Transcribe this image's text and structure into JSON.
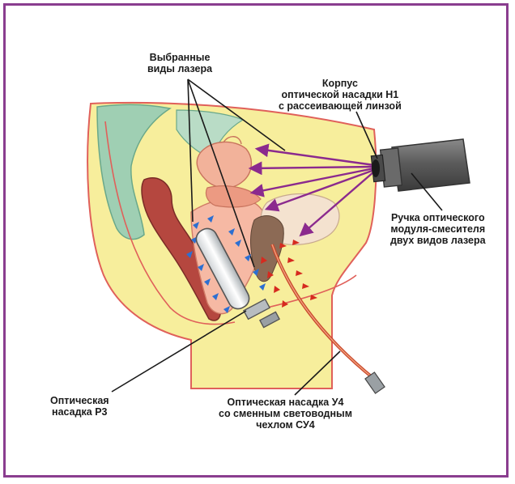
{
  "labels": {
    "lasers_line1": "Выбранные",
    "lasers_line2": "виды лазера",
    "housing_line1": "Корпус",
    "housing_line2": "оптической насадки  Н1",
    "housing_line3": "с рассеивающей линзой",
    "handle_line1": "Ручка оптического",
    "handle_line2": "модуля-смесителя",
    "handle_line3": "двух видов лазера",
    "nozzle_p3_line1": "Оптическая",
    "nozzle_p3_line2": "насадка  Р3",
    "nozzle_u4_line1": "Оптическая насадка  У4",
    "nozzle_u4_line2": "со сменным световодным",
    "nozzle_u4_line3": "чехлом СУ4"
  },
  "colors": {
    "frame": "#8a3d8f",
    "body_fill": "#f7ee9c",
    "body_outline": "#e0605a",
    "bone": "#9fcfb3",
    "rectum": "#b5473f",
    "uterus": "#f2b29a",
    "purple_arrow": "#8b2a8e",
    "blue_arrow": "#2c6fd1",
    "red_arrow": "#d62a1f",
    "device": "#5b5b5b"
  }
}
